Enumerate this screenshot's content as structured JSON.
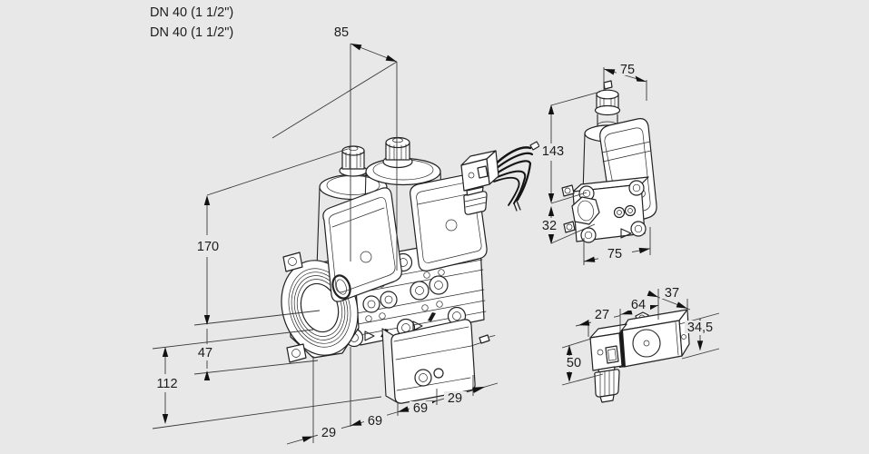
{
  "title": {
    "line1": "DN 40 (1 1/2\")",
    "line2": "DN 40 (1 1/2\")"
  },
  "main_view": {
    "name": "double-solenoid-valve front view",
    "dim_top": "85",
    "dim_total_height": "170",
    "dim_port_height": "47",
    "dim_lower_height": "112",
    "dim_b1": "29",
    "dim_b2": "69",
    "dim_b3": "69",
    "dim_b4": "29"
  },
  "side_view": {
    "name": "single-valve side view",
    "dim_top": "75",
    "dim_height": "143",
    "dim_port": "32",
    "dim_bottom": "75"
  },
  "switch_view": {
    "name": "pressure-switch accessory",
    "dim_plug": "27",
    "dim_body": "64",
    "dim_depth": "37",
    "dim_height": "34,5",
    "dim_total": "50"
  },
  "colors": {
    "background": "#e8e8e8",
    "line": "#222222",
    "text": "#1c1c1c"
  }
}
